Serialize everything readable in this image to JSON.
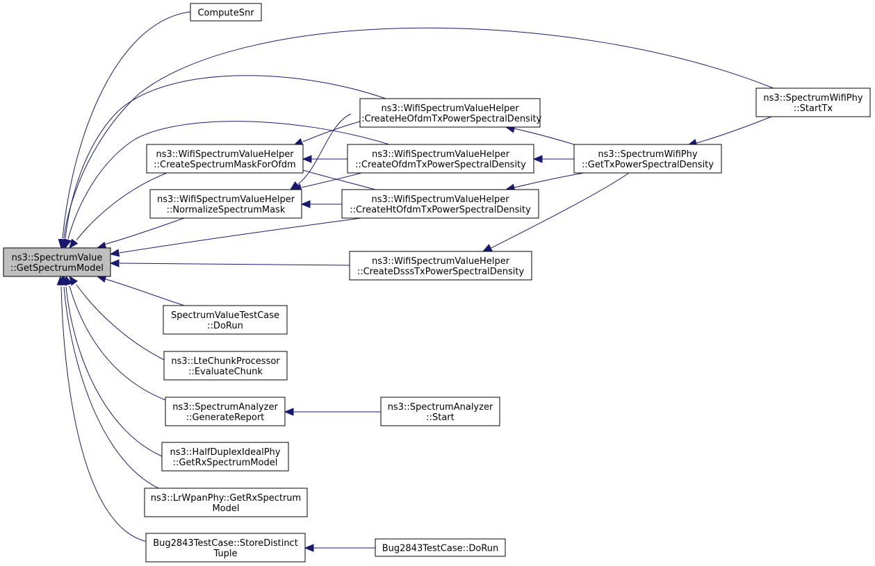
{
  "nodes": [
    {
      "id": "root",
      "lines": [
        "ns3::SpectrumValue",
        "::GetSpectrumModel"
      ],
      "selected": true
    },
    {
      "id": "compute_snr",
      "lines": [
        "ComputeSnr"
      ]
    },
    {
      "id": "create_he",
      "lines": [
        "ns3::WifiSpectrumValueHelper",
        "::CreateHeOfdmTxPowerSpectralDensity"
      ]
    },
    {
      "id": "create_mask",
      "lines": [
        "ns3::WifiSpectrumValueHelper",
        "::CreateSpectrumMaskForOfdm"
      ]
    },
    {
      "id": "create_ofdm",
      "lines": [
        "ns3::WifiSpectrumValueHelper",
        "::CreateOfdmTxPowerSpectralDensity"
      ]
    },
    {
      "id": "normalize_mask",
      "lines": [
        "ns3::WifiSpectrumValueHelper",
        "::NormalizeSpectrumMask"
      ]
    },
    {
      "id": "create_ht",
      "lines": [
        "ns3::WifiSpectrumValueHelper",
        "::CreateHtOfdmTxPowerSpectralDensity"
      ]
    },
    {
      "id": "create_dsss",
      "lines": [
        "ns3::WifiSpectrumValueHelper",
        "::CreateDsssTxPowerSpectralDensity"
      ]
    },
    {
      "id": "get_tx_psd",
      "lines": [
        "ns3::SpectrumWifiPhy",
        "::GetTxPowerSpectralDensity"
      ]
    },
    {
      "id": "start_tx",
      "lines": [
        "ns3::SpectrumWifiPhy",
        "::StartTx"
      ]
    },
    {
      "id": "sv_test_dorun",
      "lines": [
        "SpectrumValueTestCase",
        "::DoRun"
      ]
    },
    {
      "id": "lte_chunk",
      "lines": [
        "ns3::LteChunkProcessor",
        "::EvaluateChunk"
      ]
    },
    {
      "id": "sa_report",
      "lines": [
        "ns3::SpectrumAnalyzer",
        "::GenerateReport"
      ]
    },
    {
      "id": "sa_start",
      "lines": [
        "ns3::SpectrumAnalyzer",
        "::Start"
      ]
    },
    {
      "id": "hd_rx",
      "lines": [
        "ns3::HalfDuplexIdealPhy",
        "::GetRxSpectrumModel"
      ]
    },
    {
      "id": "lrwpan_rx",
      "lines": [
        "ns3::LrWpanPhy::GetRxSpectrum",
        "Model"
      ]
    },
    {
      "id": "bug_store",
      "lines": [
        "Bug2843TestCase::StoreDistinct",
        "Tuple"
      ]
    },
    {
      "id": "bug_dorun",
      "lines": [
        "Bug2843TestCase::DoRun"
      ]
    }
  ],
  "edges": [
    {
      "from": "compute_snr",
      "to": "root"
    },
    {
      "from": "start_tx",
      "to": "root"
    },
    {
      "from": "create_he",
      "to": "root"
    },
    {
      "from": "create_ofdm",
      "to": "root"
    },
    {
      "from": "create_mask",
      "to": "root"
    },
    {
      "from": "normalize_mask",
      "to": "root"
    },
    {
      "from": "create_ht",
      "to": "root"
    },
    {
      "from": "create_dsss",
      "to": "root"
    },
    {
      "from": "sv_test_dorun",
      "to": "root"
    },
    {
      "from": "lte_chunk",
      "to": "root"
    },
    {
      "from": "sa_report",
      "to": "root"
    },
    {
      "from": "hd_rx",
      "to": "root"
    },
    {
      "from": "lrwpan_rx",
      "to": "root"
    },
    {
      "from": "bug_store",
      "to": "root"
    },
    {
      "from": "create_he",
      "to": "create_mask"
    },
    {
      "from": "create_ofdm",
      "to": "create_mask"
    },
    {
      "from": "create_ht",
      "to": "create_mask"
    },
    {
      "from": "create_he",
      "to": "normalize_mask"
    },
    {
      "from": "create_ofdm",
      "to": "normalize_mask"
    },
    {
      "from": "create_ht",
      "to": "normalize_mask"
    },
    {
      "from": "get_tx_psd",
      "to": "create_he"
    },
    {
      "from": "get_tx_psd",
      "to": "create_ofdm"
    },
    {
      "from": "get_tx_psd",
      "to": "create_ht"
    },
    {
      "from": "get_tx_psd",
      "to": "create_dsss"
    },
    {
      "from": "start_tx",
      "to": "get_tx_psd"
    },
    {
      "from": "sa_start",
      "to": "sa_report"
    },
    {
      "from": "bug_dorun",
      "to": "bug_store"
    }
  ],
  "colors": {
    "edge": "#191970",
    "selected_fill": "#bfbfbf",
    "node_fill": "#ffffff",
    "border": "#000000"
  }
}
